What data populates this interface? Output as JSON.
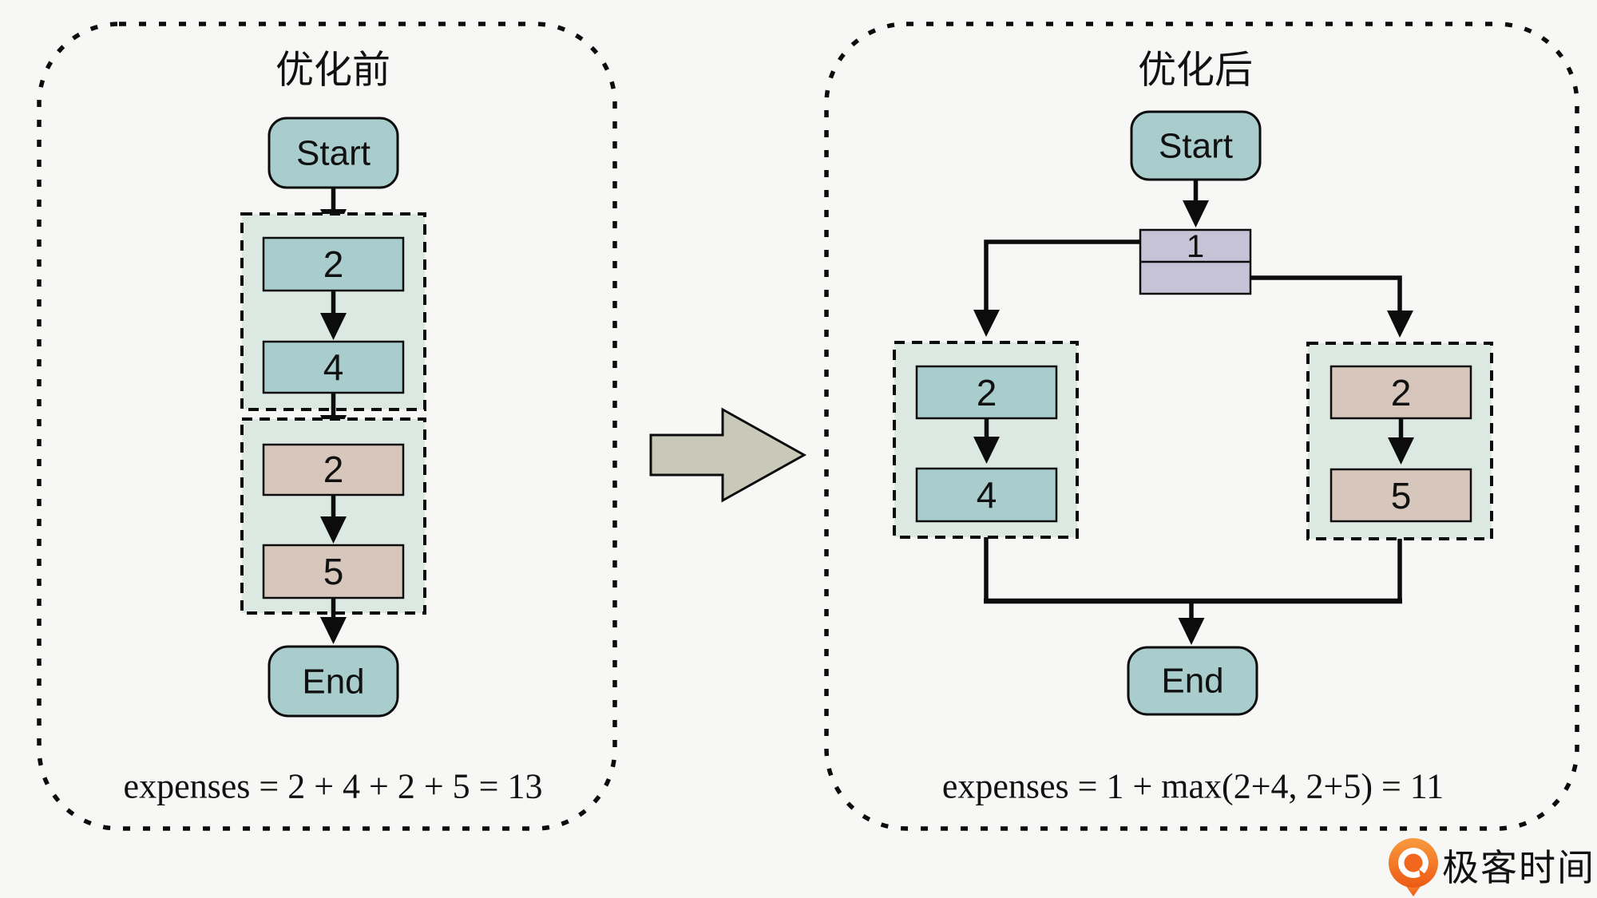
{
  "left_panel": {
    "title": "优化前",
    "start_label": "Start",
    "end_label": "End",
    "group1": {
      "nodes": [
        "2",
        "4"
      ]
    },
    "group2": {
      "nodes": [
        "2",
        "5"
      ]
    },
    "expenses_formula": "expenses = 2 + 4 + 2 + 5 = 13"
  },
  "right_panel": {
    "title": "优化后",
    "start_label": "Start",
    "end_label": "End",
    "fork_label": "1",
    "left_group": {
      "nodes": [
        "2",
        "4"
      ]
    },
    "right_group": {
      "nodes": [
        "2",
        "5"
      ]
    },
    "expenses_formula": "expenses = 1 + max(2+4, 2+5) = 11"
  },
  "watermark": {
    "brand": "极客时间"
  },
  "colors": {
    "background": "#f7f7f6",
    "node_teal": "#a9cdcd",
    "node_tan": "#d6c6bb",
    "node_lavender": "#c6c3d7",
    "group_fill": "#dce8e2",
    "transform_arrow_fill": "#c9c9ba",
    "line_black": "#0c0c0c",
    "brand_orange": "#f1671d",
    "brand_text_gray": "#595656"
  }
}
